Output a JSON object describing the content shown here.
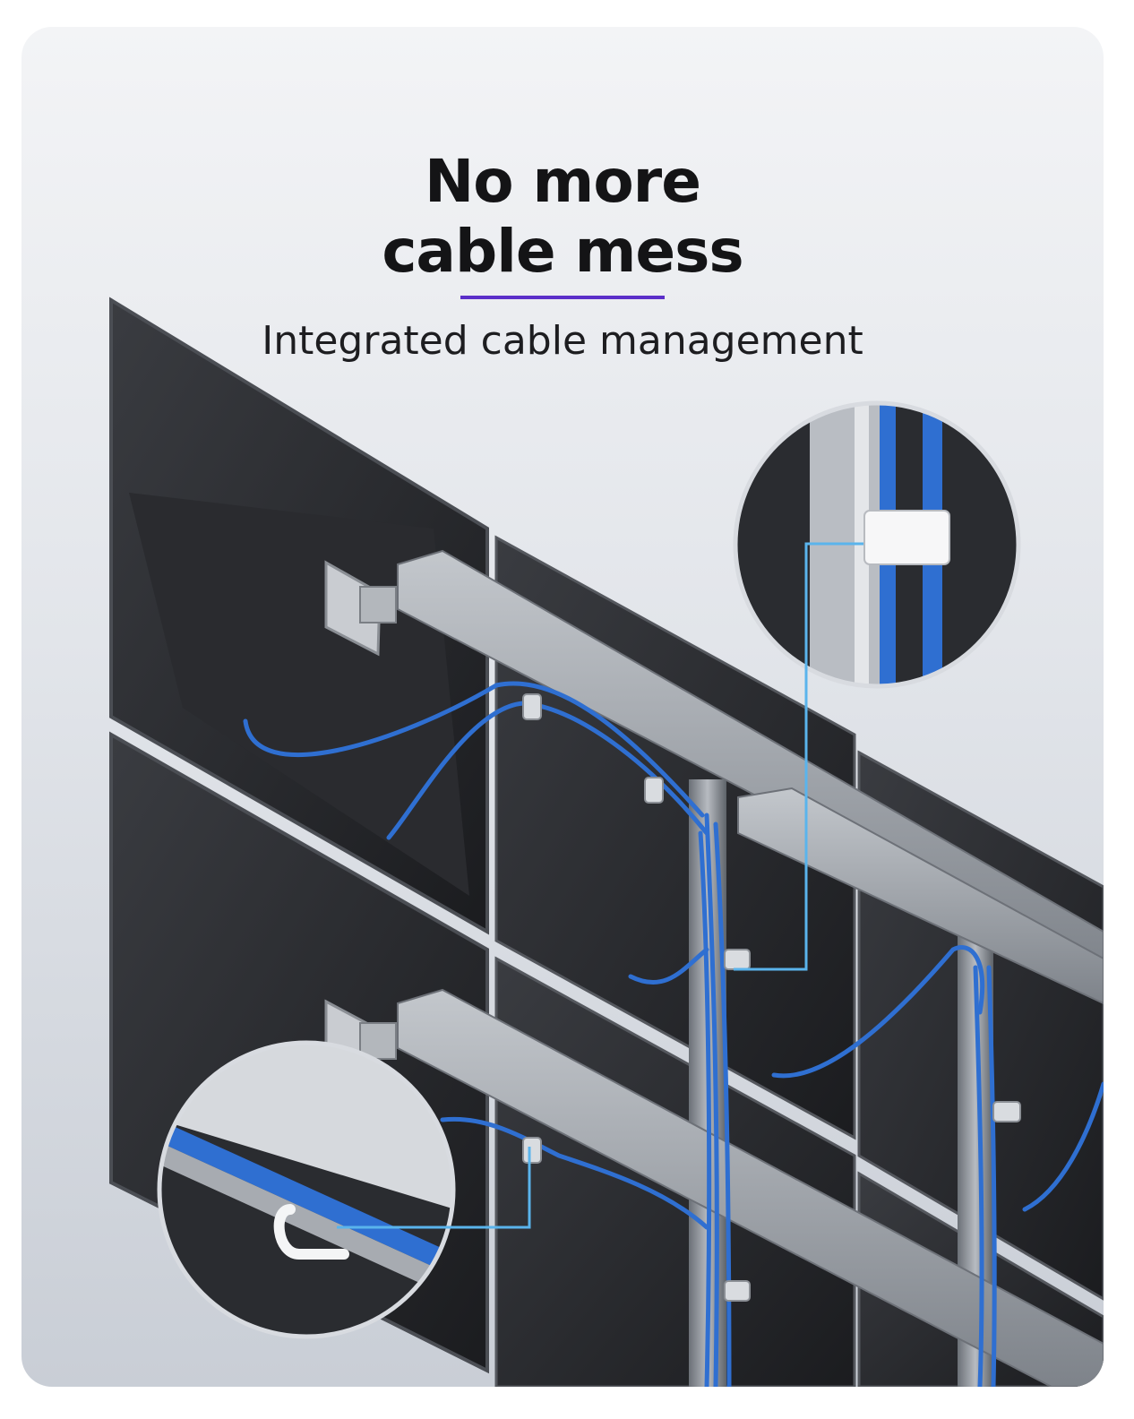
{
  "headline": {
    "line1": "No more",
    "line2": "cable mess"
  },
  "subtitle": "Integrated cable management",
  "colors": {
    "accent_rule": "#5b2fc9",
    "cable_blue": "#2f6fd1",
    "callout_line": "#5ab4ec",
    "arm_silver": "#9ea3aa"
  },
  "icons": [
    "monitor-wall",
    "vesa-mount",
    "cable-clip",
    "magnifier-callout"
  ]
}
